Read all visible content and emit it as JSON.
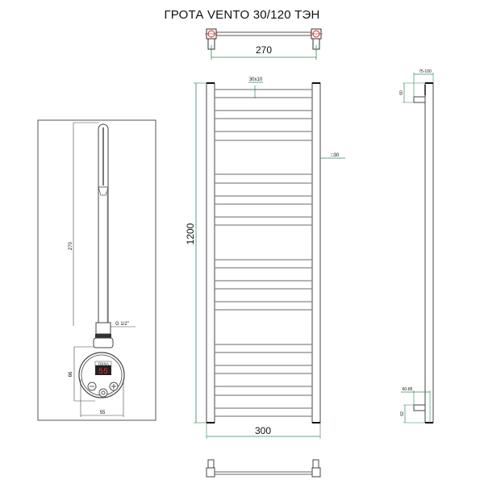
{
  "title": "ГРОТА VENTO 30/120 ТЭН",
  "colors": {
    "line": "#333333",
    "rail": "#888888",
    "dimension": "#2e8b57",
    "valve_marker": "#cc2222",
    "display_bg": "#222222",
    "display_digits": "#e03030"
  },
  "top_view": {
    "width_label": "270"
  },
  "front_view": {
    "height_label": "1200",
    "width_label": "300",
    "rail_section_label": "30x10",
    "riser_section_label": "□30",
    "rails_y": [
      111,
      121,
      137,
      147,
      163,
      174,
      216,
      227,
      243,
      253,
      269,
      279,
      322,
      332,
      348,
      358,
      374,
      384,
      427,
      437,
      453,
      463,
      479,
      490,
      506,
      516
    ]
  },
  "side_view": {
    "top_offset_label": "75-100",
    "top_height_label": "60",
    "bottom_offset_label": "60-85",
    "bottom_height_label": "62"
  },
  "heater_panel": {
    "length_label": "270",
    "thread_label": "G 1/2\"",
    "body_height_label": "66",
    "body_width_label": "55",
    "brand_label": "TERMA",
    "display_value": "55",
    "buttons": [
      "minus-button",
      "power-button",
      "plus-button"
    ]
  }
}
